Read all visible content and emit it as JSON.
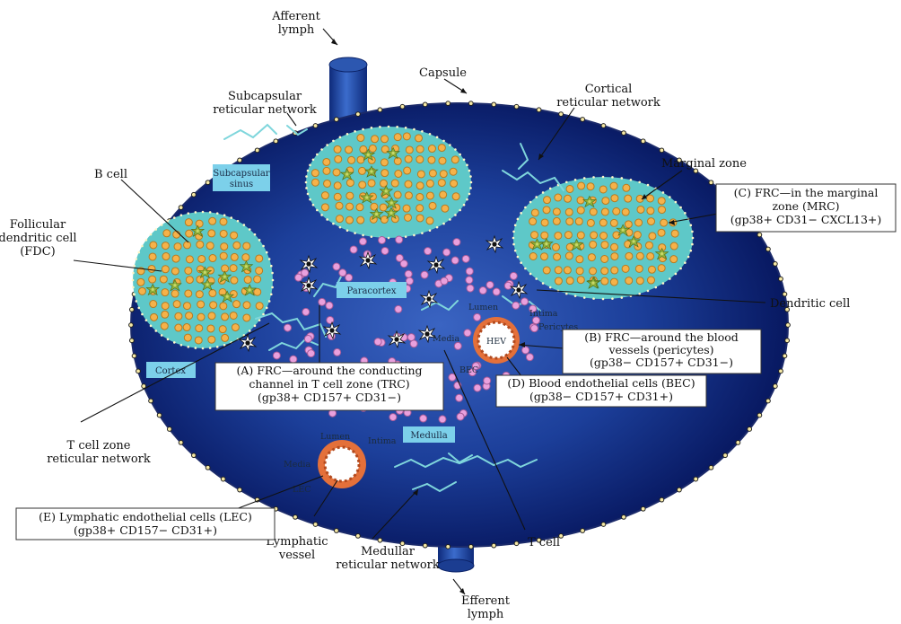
{
  "labels": {
    "afferent_lymph": [
      "Afferent",
      "lymph"
    ],
    "capsule": "Capsule",
    "subcapsular_reticular_network": [
      "Subcapsular",
      "reticular network"
    ],
    "cortical_reticular_network": [
      "Cortical",
      "reticular network"
    ],
    "marginal_zone": "Marginal zone",
    "b_cell": "B cell",
    "follicular_dendritic_cell": [
      "Follicular",
      "dendritic cell",
      "(FDC)"
    ],
    "dendritic_cell": "Dendritic cell",
    "t_cell_zone_reticular_network": [
      "T cell zone",
      "reticular network"
    ],
    "lymphatic_vessel": [
      "Lymphatic",
      "vessel"
    ],
    "medullar_reticular_network": [
      "Medullar",
      "reticular network"
    ],
    "t_cell": "T cell",
    "efferent_lymph": [
      "Efferent",
      "lymph"
    ]
  },
  "region_tags": {
    "subcapsular_sinus": [
      "Subcapsular",
      "sinus"
    ],
    "paracortex": "Paracortex",
    "cortex": "Cortex",
    "medulla": "Medulla"
  },
  "inner_labels": {
    "lumen_hev": "Lumen",
    "intima_hev": "Intima",
    "pericytes": "Pericytes",
    "media_hev": "Media",
    "hev": "HEV",
    "bec": "BEC",
    "lumen_lv": "Lumen",
    "intima_lv": "Intima",
    "media_lv": "Media",
    "lec": "LEC"
  },
  "boxes": {
    "mrc": [
      "(C) FRC—in the marginal",
      "zone (MRC)",
      "(gp38+ CD31− CXCL13+)"
    ],
    "trc": [
      "(A) FRC—around the conducting",
      "channel in T cell zone (TRC)",
      "(gp38+ CD157+ CD31−)"
    ],
    "pericytes": [
      "(B) FRC—around the blood",
      "vessels (pericytes)",
      "(gp38− CD157+ CD31−)"
    ],
    "bec": [
      "(D) Blood endothelial cells (BEC)",
      "(gp38− CD157+ CD31+)"
    ],
    "lec": [
      "(E) Lymphatic endothelial cells (LEC)",
      "(gp38+ CD157− CD31+)"
    ]
  },
  "colors": {
    "node_dark": "#06155c",
    "node_mid": "#1c3f9a",
    "follicle": "#5ec8c8",
    "b_cell": "#f5b24a",
    "t_cell": "#e9a0dd",
    "vessel_wall": "#e4703a",
    "tag_bg": "#7cd0ea",
    "reticular": "#7fd6dc"
  }
}
